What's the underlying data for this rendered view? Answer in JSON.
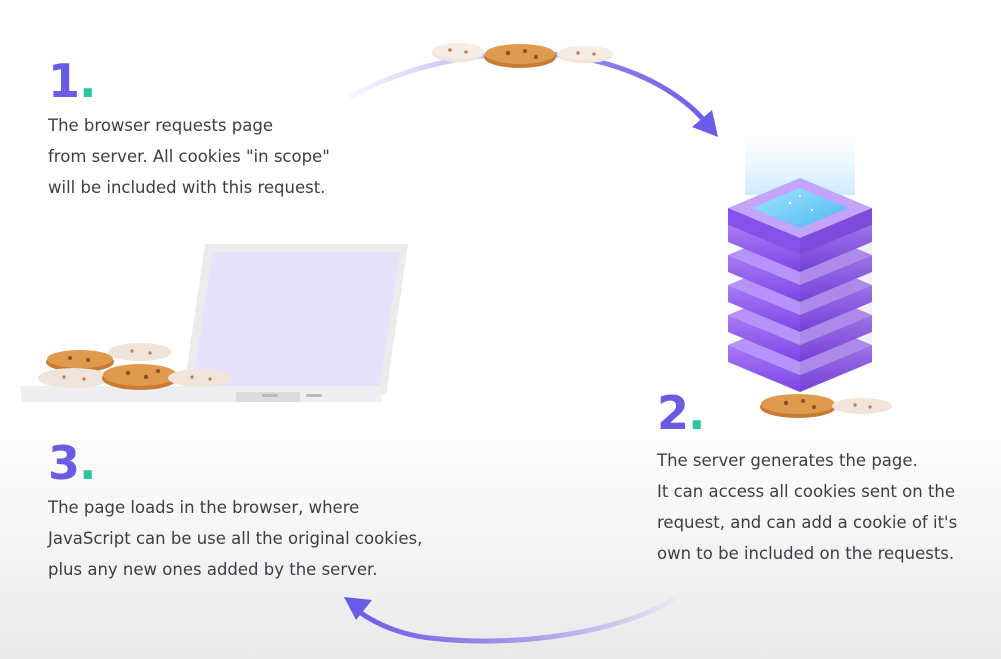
{
  "colors": {
    "number": "#6a5be0",
    "dot": "#2ec4a0",
    "arrow": "#6b5ce7",
    "text": "#3d3d46",
    "server_purple": "#8f5cf0",
    "cookie": "#d9924a"
  },
  "steps": [
    {
      "number": "1",
      "dot": ".",
      "lines": [
        "The browser requests page",
        "from server. All cookies \"in scope\"",
        "will be included with this request."
      ]
    },
    {
      "number": "2",
      "dot": ".",
      "lines": [
        "The server generates the page.",
        "It can access all cookies sent on the",
        "request, and can add a cookie of it's",
        "own to be included on the requests."
      ]
    },
    {
      "number": "3",
      "dot": ".",
      "lines": [
        "The page loads in the browser, where",
        "JavaScript can be use all the original cookies,",
        "plus any new ones added by the server."
      ]
    }
  ],
  "icons": {
    "top_cookies": "cookie-group-icon",
    "laptop": "laptop-icon",
    "server": "server-stack-icon",
    "server_cookies": "cookie-group-icon"
  }
}
